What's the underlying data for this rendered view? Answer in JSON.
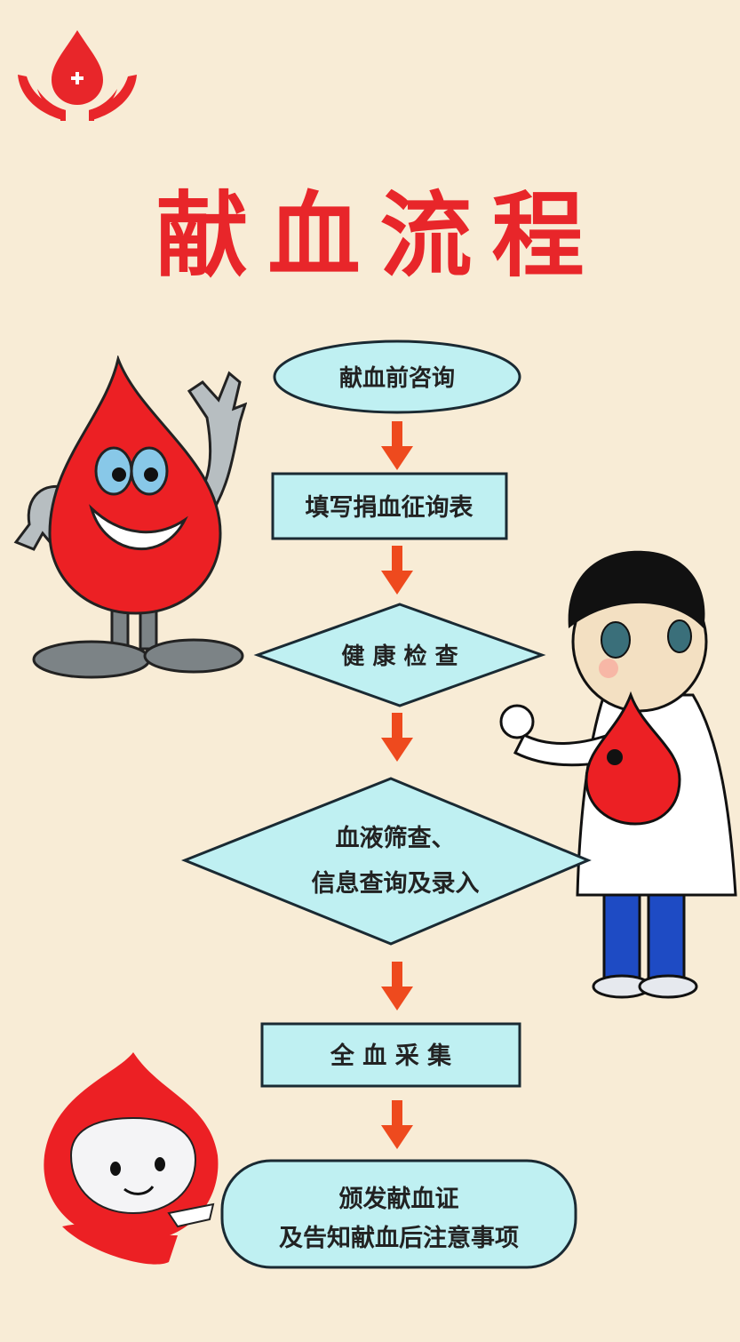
{
  "title": "献血流程",
  "colors": {
    "title_red": "#e8262a",
    "shape_fill": "#bff0f2",
    "shape_stroke": "#1a2a33",
    "arrow": "#ee4a1e",
    "background": "#f8ecd6"
  },
  "logo": {
    "icon": "blood-drop-hands-logo",
    "symbol": "+"
  },
  "steps": [
    {
      "shape": "ellipse",
      "lines": [
        "献血前咨询"
      ]
    },
    {
      "shape": "rect",
      "lines": [
        "填写捐血征询表"
      ]
    },
    {
      "shape": "diamond",
      "lines": [
        "健 康 检 查"
      ]
    },
    {
      "shape": "diamond",
      "lines": [
        "血液筛查、",
        "信息查询及录入"
      ]
    },
    {
      "shape": "rect",
      "lines": [
        "全 血 采 集"
      ]
    },
    {
      "shape": "rounded",
      "lines": [
        "颁发献血证",
        "及告知献血后注意事项"
      ]
    }
  ],
  "illustrations": [
    "waving-blood-drop-mascot",
    "doctor-holding-blood-drop",
    "smiling-blood-drop-mascot"
  ]
}
